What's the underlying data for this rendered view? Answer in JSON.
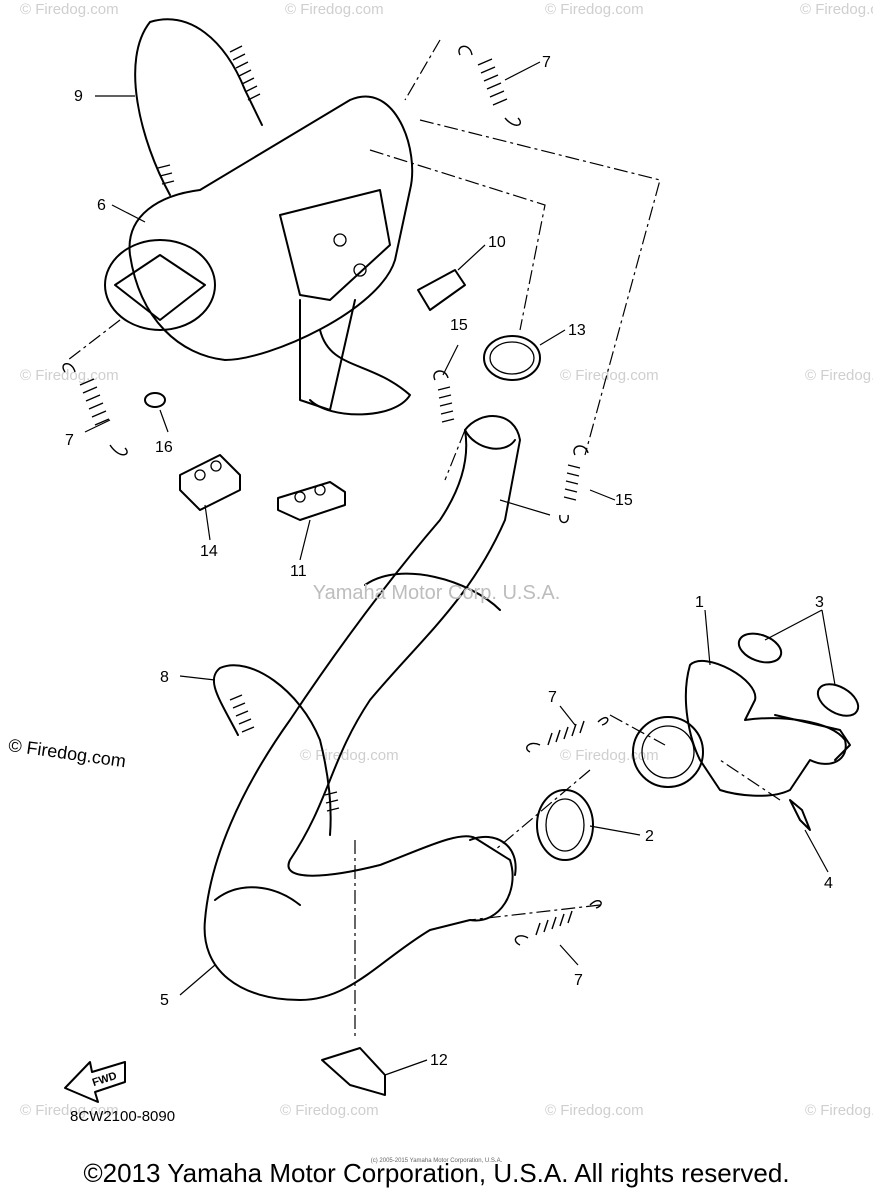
{
  "diagram": {
    "callouts": {
      "c1": "1",
      "c2": "2",
      "c3": "3",
      "c4": "4",
      "c5": "5",
      "c6": "6",
      "c7a": "7",
      "c7b": "7",
      "c7c": "7",
      "c7d": "7",
      "c8": "8",
      "c9": "9",
      "c10": "10",
      "c11": "11",
      "c12": "12",
      "c13": "13",
      "c14": "14",
      "c15a": "15",
      "c15b": "15",
      "c16": "16"
    },
    "fwd_label": "FWD",
    "diagram_code": "8CW2100-8090",
    "center_watermark": "Yamaha Motor Corp. U.S.A.",
    "left_watermark": "© Firedog.com",
    "tile_watermark": "© Firedog.com",
    "tiny_note": "(c) 2005-2015 Yamaha Motor Corporation, U.S.A."
  },
  "footer": {
    "copyright": "©2013 Yamaha Motor Corporation, U.S.A. All rights reserved."
  }
}
